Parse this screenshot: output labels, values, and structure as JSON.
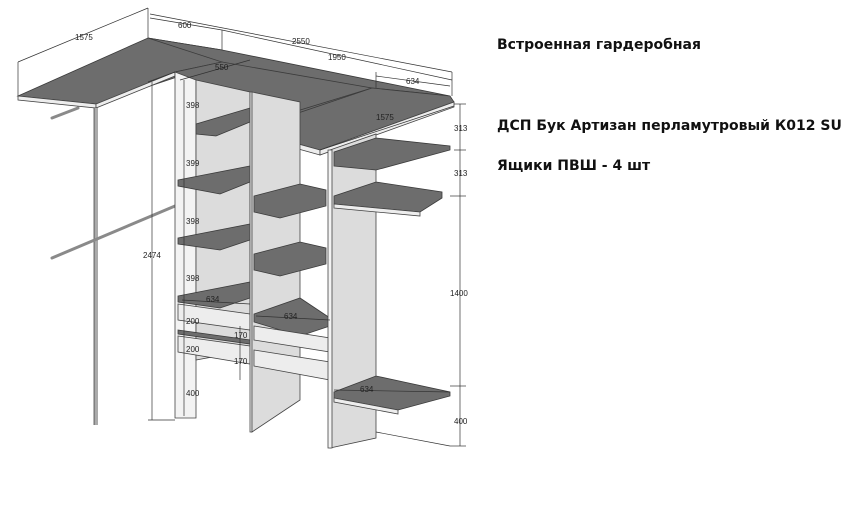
{
  "texts": {
    "title": "Встроенная гардеробная",
    "material": "ДСП Бук Артизан перламутровый К012 SU",
    "drawers": "Ящики ПВШ - 4 шт"
  },
  "dimensions": {
    "d1575_top": "1575",
    "d600": "600",
    "d2550": "2550",
    "d1950": "1950",
    "d550": "550",
    "d634_top": "634",
    "d1575_mid": "1575",
    "d313_a": "313",
    "d313_b": "313",
    "d1400": "1400",
    "d400_right": "400",
    "d2474": "2474",
    "d398_a": "398",
    "d399": "399",
    "d398_b": "398",
    "d398_c": "398",
    "d200_a": "200",
    "d200_b": "200",
    "d170_a": "170",
    "d170_b": "170",
    "d400_left": "400",
    "d634_drawer_left": "634",
    "d634_drawer_right": "634",
    "d634_bottom_right": "634"
  }
}
